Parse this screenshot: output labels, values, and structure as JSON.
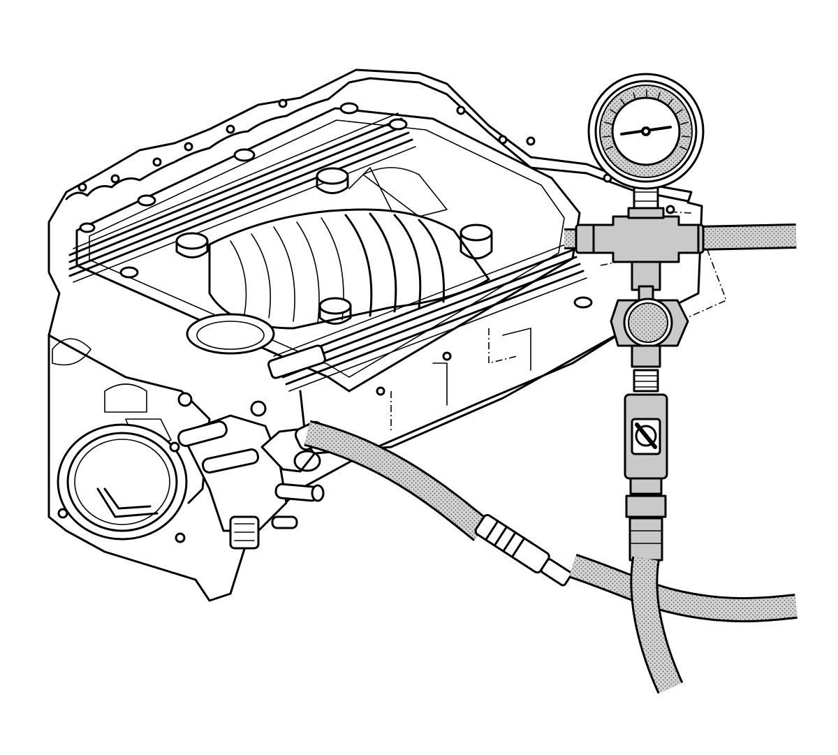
{
  "figure": {
    "ink_color": "#000000",
    "background_color": "#ffffff",
    "hose_fill_color": "#c9c9c9",
    "components": [
      {
        "id": "engine-intake",
        "icon": "supercharged-intake-manifold-drawing"
      },
      {
        "id": "throttle-body",
        "icon": "throttle-body-drawing"
      },
      {
        "id": "fuel-rail-connection",
        "icon": "fuel-rail-fitting-drawing"
      },
      {
        "id": "pressure-gauge",
        "icon": "pressure-gauge-drawing"
      },
      {
        "id": "gauge-tee",
        "icon": "cross-fitting-drawing"
      },
      {
        "id": "bleed-valve",
        "icon": "bleed-valve-drawing"
      },
      {
        "id": "hoses",
        "icon": "braided-hose-drawing"
      }
    ]
  }
}
